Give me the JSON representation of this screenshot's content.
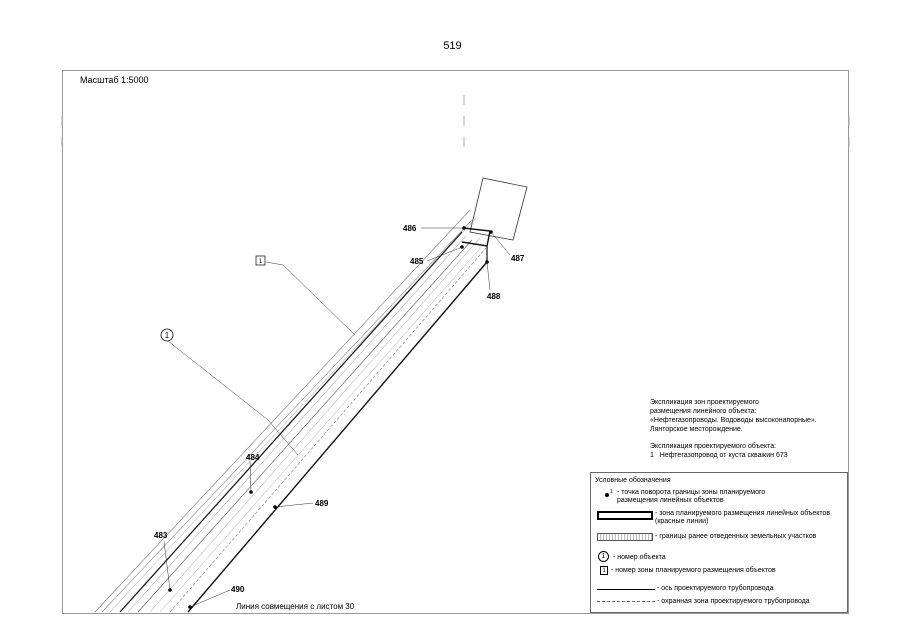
{
  "page": {
    "number": "519"
  },
  "map": {
    "scale_label": "Масштаб 1:5000",
    "points": {
      "p486": "486",
      "p485": "485",
      "p487": "487",
      "p488": "488",
      "p484": "484",
      "p489": "489",
      "p483": "483",
      "p490": "490"
    },
    "object_marker": "1",
    "zone_marker": "1",
    "combine_line": "Линия совмещения с листом 30"
  },
  "explication": {
    "zones_line1": "Экспликация зон проектируемого",
    "zones_line2": "размещения линейного объекта:",
    "zones_line3": "«Нефтегазопроводы. Водоводы высоконапорные».",
    "zones_line4": "Лянторское месторождение.",
    "object_title": "Экспликация проектируемого объекта:",
    "object_number": "1",
    "object_name": "Нефтегазопровод от куста скважин 673"
  },
  "legend": {
    "title": "Условные обозначения",
    "dot_sup": "1",
    "dot_text1": "- точка поворота границы зоны планируемого",
    "dot_text2": "размещения линейных объектов",
    "zone_text1": "- зона планируемого размещения линейных объектов",
    "zone_text2": "(красные линии)",
    "parcel_text": "- границы ранее отведенных земельных участков",
    "object_symbol": "1",
    "object_text": "- номер объекта",
    "zone_symbol": "1",
    "zone_text": "- номер зоны планируемого размещения объектов",
    "axis_text": "- ось проектируемого трубопровода",
    "guard_text": "- охранная зона проектируемого трубопровода"
  }
}
